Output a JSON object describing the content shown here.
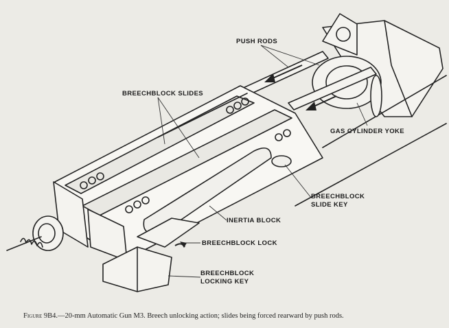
{
  "labels": {
    "push_rods": "PUSH RODS",
    "breechblock_slides": "BREECHBLOCK SLIDES",
    "gas_cylinder_yoke": "GAS CYLINDER YOKE",
    "breechblock_slide_key_line1": "BREECHBLOCK",
    "breechblock_slide_key_line2": "SLIDE KEY",
    "inertia_block": "INERTIA BLOCK",
    "breechblock_lock": "BREECHBLOCK LOCK",
    "breechblock_locking_key_line1": "BREECHBLOCK",
    "breechblock_locking_key_line2": "LOCKING KEY"
  },
  "caption": {
    "figure_id": "Figure 9B4.",
    "text": "—20-mm Automatic Gun M3.   Breech unlocking action; slides being forced rearward by push rods."
  }
}
